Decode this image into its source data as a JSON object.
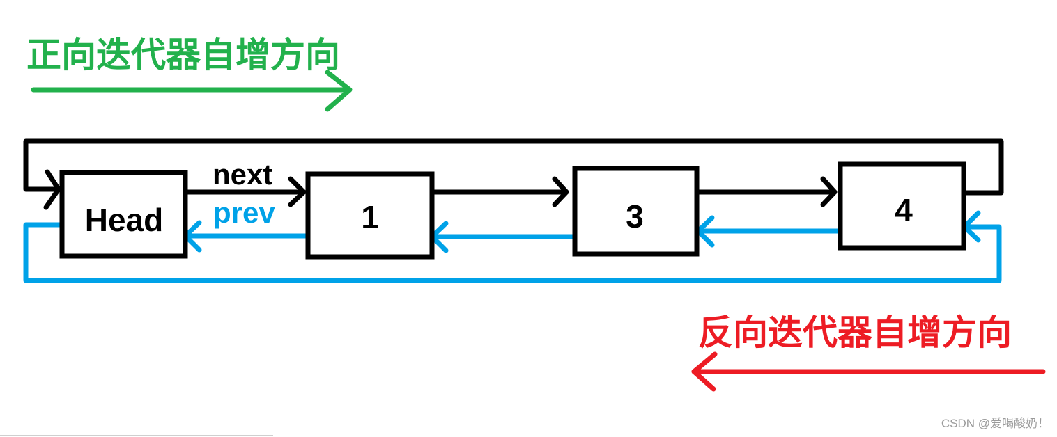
{
  "forward_label": "正向迭代器自增方向",
  "reverse_label": "反向迭代器自增方向",
  "next_label": "next",
  "prev_label": "prev",
  "nodes": [
    "Head",
    "1",
    "3",
    "4"
  ],
  "watermark": "CSDN @爱喝酸奶！",
  "colors": {
    "forward": "#22b14c",
    "reverse": "#ed1c24",
    "next_link": "#000000",
    "prev_link": "#00a2e8"
  }
}
